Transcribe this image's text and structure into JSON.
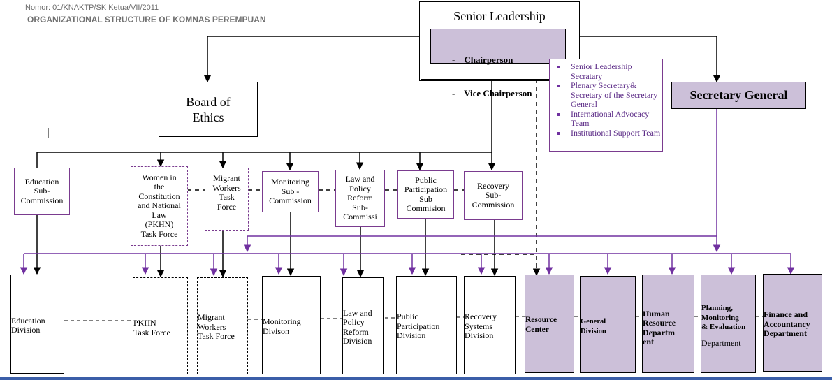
{
  "header": {
    "line1": "Nomor: 01/KNAKTP/SK Ketua/VII/2011",
    "line2": "ORGANIZATIONAL STRUCTURE OF KOMNAS PEREMPUAN"
  },
  "senior_leadership": {
    "title": "Senior Leadership",
    "chairperson": "-    Chairperson",
    "vice": "-    Vice Chairperson"
  },
  "support_teams": [
    "Senior Leadership Secratary",
    "Plenary Secretary& Secretary of the Secretary General",
    "International Advocacy Team",
    "Institutional Support Team"
  ],
  "board_of_ethics": [
    "Board of",
    "Ethics"
  ],
  "secretary_general": "Secretary General",
  "subcommissions": [
    {
      "lines": [
        "Education",
        "Sub-",
        "Commission"
      ]
    },
    {
      "lines": [
        "Women in",
        "the",
        "Constitution",
        "and National",
        "Law",
        "(PKHN)",
        "Task Force"
      ]
    },
    {
      "lines": [
        "Migrant",
        "Workers",
        "Task",
        "Force"
      ]
    },
    {
      "lines": [
        "Monitoring",
        "Sub -",
        "Commission"
      ]
    },
    {
      "lines": [
        "Law and",
        "Policy",
        "Reform",
        "Sub-",
        "Commissi"
      ]
    },
    {
      "lines": [
        "Public",
        "Participation",
        "Sub",
        "Commision"
      ]
    },
    {
      "lines": [
        "Recovery",
        "Sub-",
        "Commission"
      ]
    }
  ],
  "divisions": [
    {
      "lines": [
        "Education",
        "Division"
      ]
    },
    {
      "lines": [
        "PKHN",
        "Task Force"
      ]
    },
    {
      "lines": [
        "Migrant",
        "Workers",
        "Task Force"
      ]
    },
    {
      "lines": [
        "Monitoring",
        "Divison"
      ]
    },
    {
      "lines": [
        "Law and",
        "Policy",
        "Reform",
        "Division"
      ]
    },
    {
      "lines": [
        "Public",
        "Participation",
        "Division"
      ]
    },
    {
      "lines": [
        "Recovery",
        "Systems",
        "Division"
      ]
    }
  ],
  "departments": [
    {
      "lines": [
        "Resource",
        "Center"
      ]
    },
    {
      "lines": [
        "General",
        "Division"
      ]
    },
    {
      "lines": [
        "Human",
        "Resource",
        "Departm",
        "ent"
      ]
    },
    {
      "lines": [
        "Planning,",
        "Monitoring",
        "& Evaluation"
      ],
      "extra": "Department"
    },
    {
      "lines": [
        "Finance and",
        "Accountancy",
        "Department"
      ]
    }
  ],
  "colors": {
    "purple": "#7030a0",
    "shade": "#ccc0d9",
    "accent_bar": "#3b5ea8"
  }
}
